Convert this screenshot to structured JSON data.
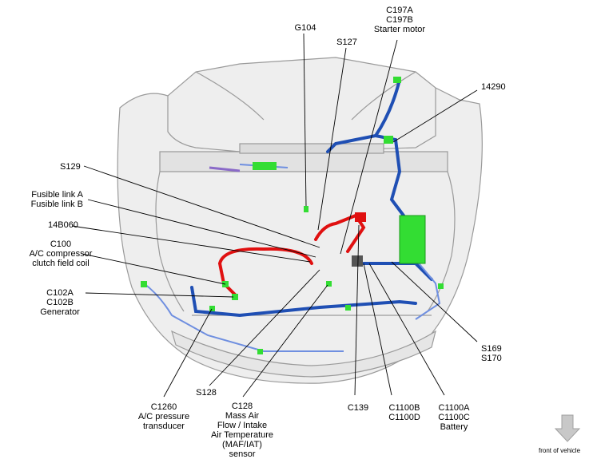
{
  "callouts": {
    "g104": [
      "G104"
    ],
    "c197": [
      "C197A",
      "C197B",
      "Starter motor"
    ],
    "s127": [
      "S127"
    ],
    "n14290": [
      "14290"
    ],
    "s129": [
      "S129"
    ],
    "fusible": [
      "Fusible link A",
      "Fusible link B"
    ],
    "n14b060": [
      "14B060"
    ],
    "c100": [
      "C100",
      "A/C compressor",
      "clutch field coil"
    ],
    "c102": [
      "C102A",
      "C102B",
      "Generator"
    ],
    "s169": [
      "S169",
      "S170"
    ],
    "c1260": [
      "C1260",
      "A/C pressure",
      "transducer"
    ],
    "s128": [
      "S128"
    ],
    "c128": [
      "C128",
      "Mass Air",
      "Flow / Intake",
      "Air Temperature",
      "(MAF/IAT)",
      "sensor"
    ],
    "c139": [
      "C139"
    ],
    "c1100b": [
      "C1100B",
      "C1100D"
    ],
    "c1100a": [
      "C1100A",
      "C1100C",
      "Battery"
    ]
  },
  "front_of_vehicle": "front of vehicle",
  "colors": {
    "body_outline": "#9a9a9a",
    "body_fill": "#eeeeee",
    "harness_blue": "#1f4fb4",
    "harness_light_blue": "#6f8fe0",
    "harness_red": "#e01010",
    "connector_green": "#33dd33",
    "connector_purple": "#8a6ac8",
    "leader": "#000000",
    "arrow_gray": "#c8c8c8"
  }
}
